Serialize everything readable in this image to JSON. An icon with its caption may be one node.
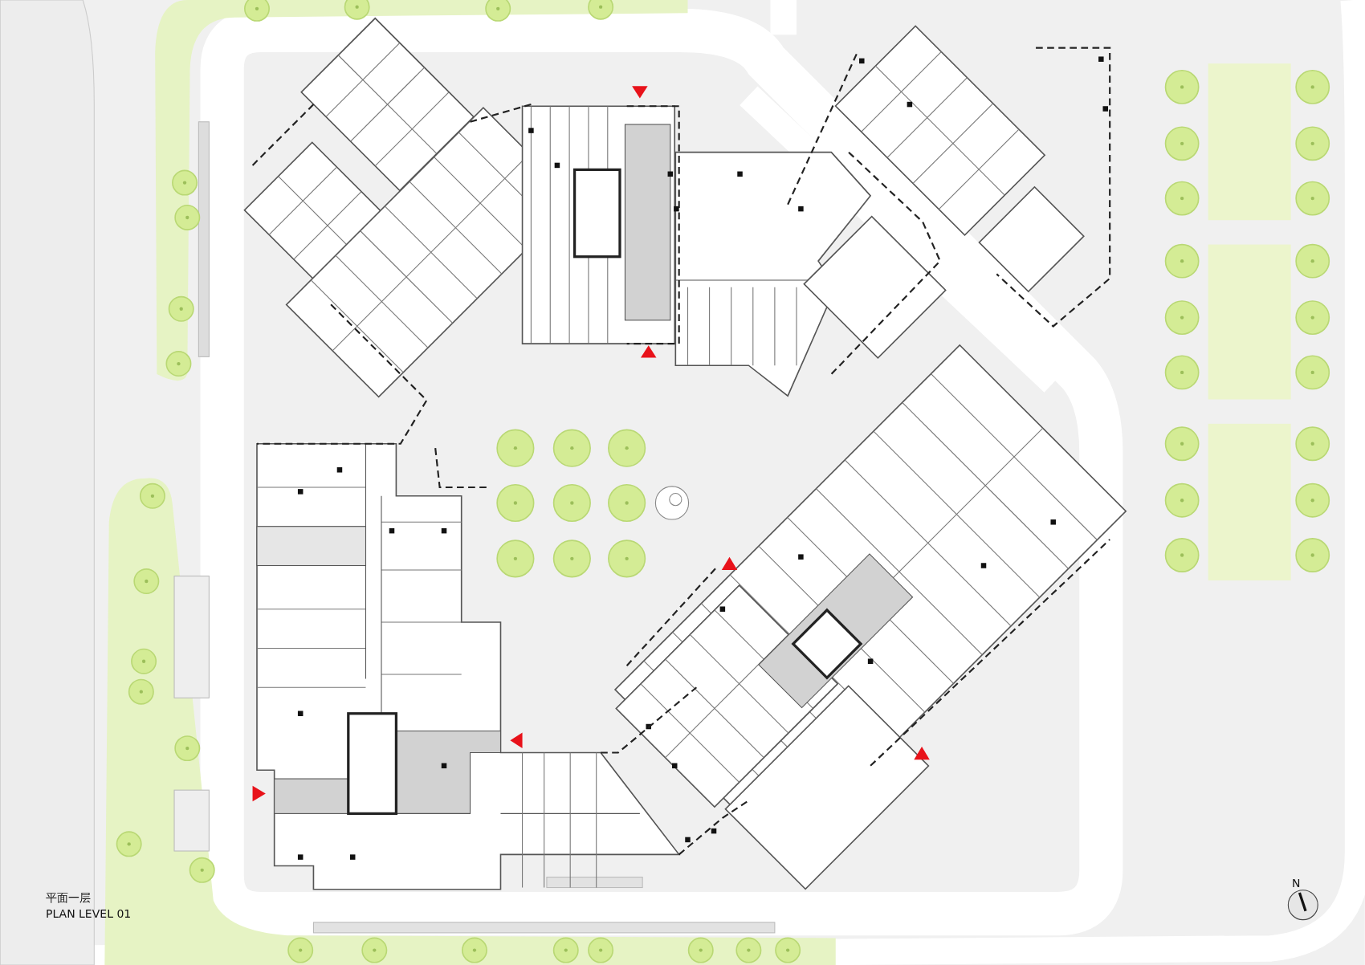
{
  "diagram": {
    "labels": [
      "平面一层",
      "PLAN LEVEL 01",
      "N"
    ]
  }
}
